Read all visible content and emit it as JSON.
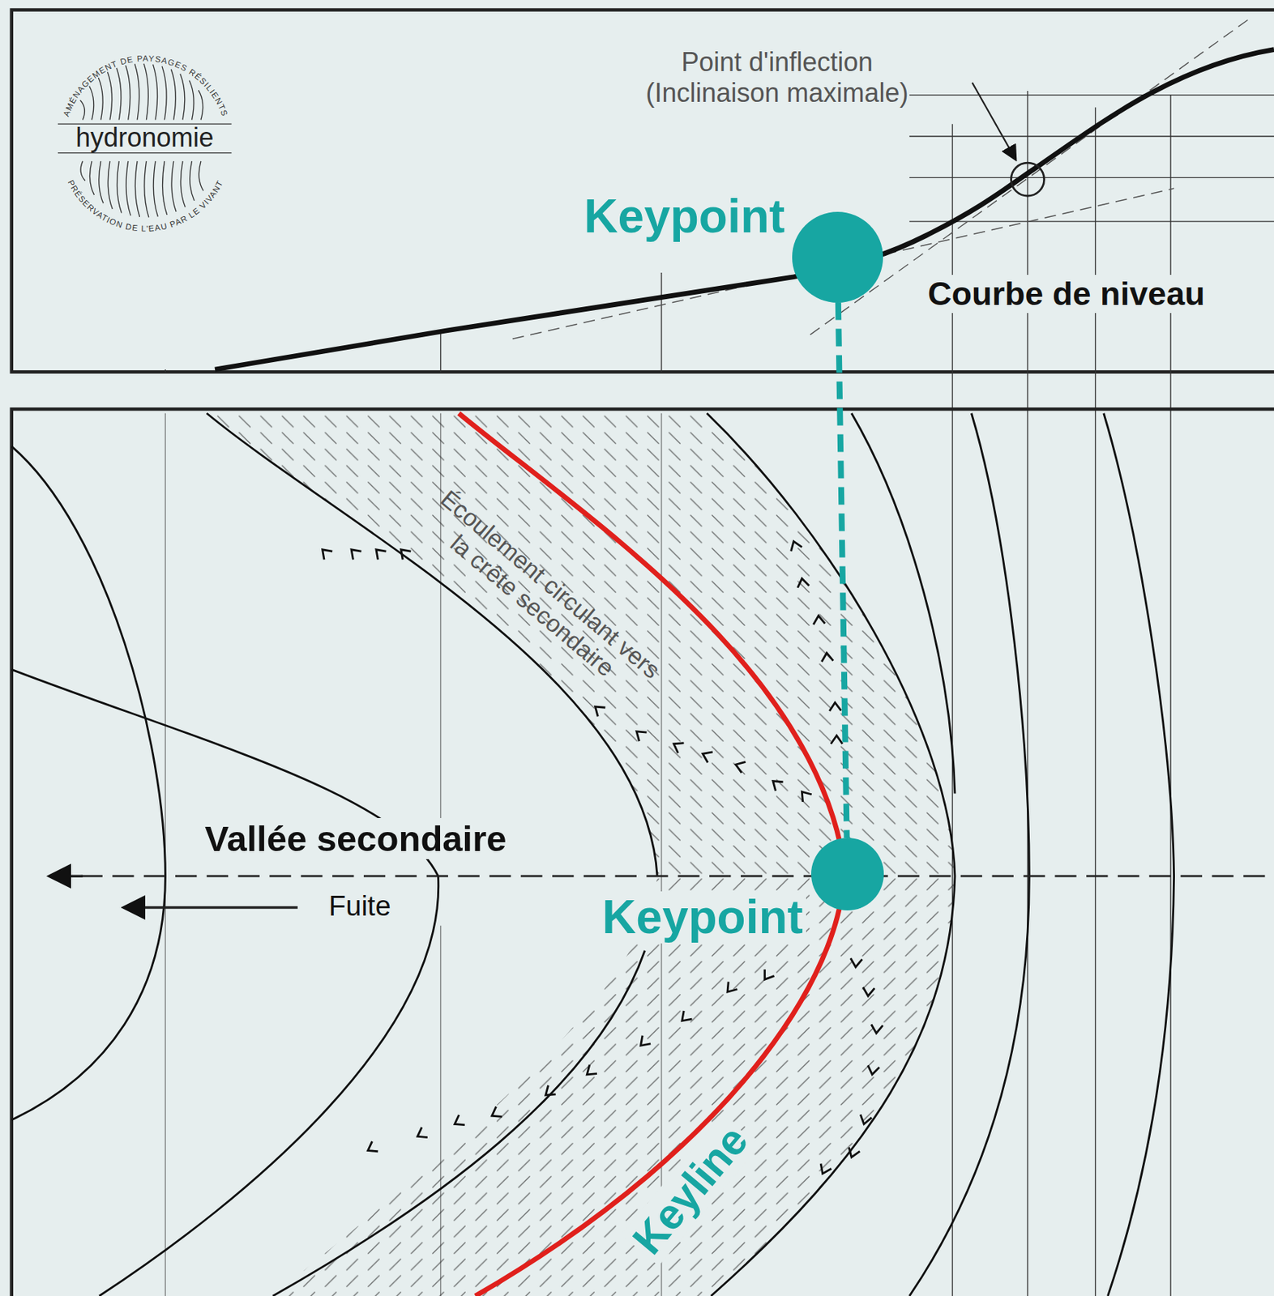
{
  "diagram": {
    "nodes": [
      {
        "text": [
          "Keypoint"
        ]
      },
      {
        "text": [
          "Keypoint"
        ]
      }
    ],
    "edges": [
      {
        "from": 0,
        "to": 1,
        "arrow": "none"
      }
    ],
    "labels": [
      "AMÉNAGEMENT DE PAYSAGES RÉSILIENTS",
      "hydronomie",
      "PRÉSERVATION DE L'EAU PAR LE VIVANT",
      "Point d'inflection (Inclinaison maximale)",
      "Courbe de niveau",
      "Écoulement circulant vers la crête secondaire",
      "Vallée secondaire",
      "Fuite",
      "Keyline"
    ]
  }
}
